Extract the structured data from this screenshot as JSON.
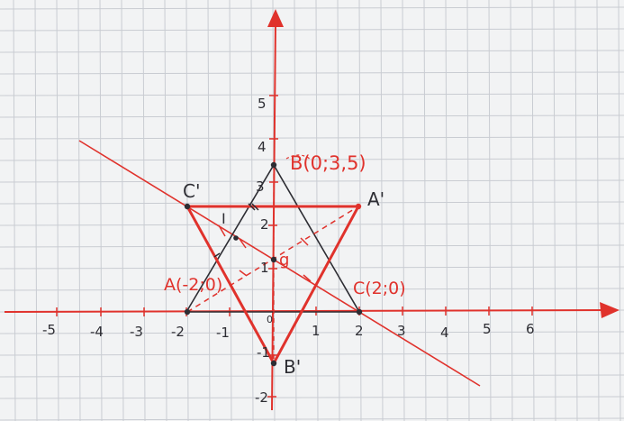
{
  "colors": {
    "paper": "#f2f3f4",
    "grid": "#c9ccd2",
    "grid_major": "#b8bcc3",
    "red": "#e0322c",
    "ink": "#2d2d33"
  },
  "axes": {
    "x_ticks": [
      "-5",
      "-4",
      "-3",
      "-2",
      "-1",
      "1",
      "2",
      "3",
      "4",
      "5",
      "6"
    ],
    "y_ticks": [
      "5",
      "4",
      "3",
      "2",
      "1",
      "-1",
      "-2"
    ],
    "origin": "0"
  },
  "points": {
    "A": "A(-2;0)",
    "B": "B(0;3,5)",
    "C": "C(2;0)",
    "A_prime": "A'",
    "B_prime": "B'",
    "C_prime": "C'",
    "G": "g",
    "I": "I"
  }
}
